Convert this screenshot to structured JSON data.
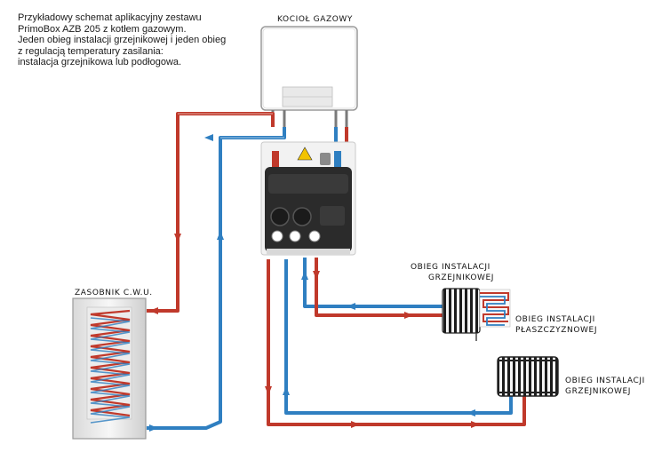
{
  "description": {
    "lines": [
      "Przykładowy schemat aplikacyjny zestawu",
      "PrimoBox AZB 205 z kotłem gazowym.",
      "Jeden obieg instalacji grzejnikowej i jeden obieg",
      "z regulacją temperatury zasilania:",
      "instalacja grzejnikowa lub podłogowa."
    ]
  },
  "labels": {
    "boiler": "KOCIOŁ GAZOWY",
    "tank": "ZASOBNIK C.W.U.",
    "circuit1_line1": "OBIEG INSTALACJI",
    "circuit1_line2": "GRZEJNIKOWEJ",
    "circuit2_line1": "OBIEG INSTALACJI",
    "circuit2_line2": "PŁASZCZYZNOWEJ",
    "circuit3_line1": "OBIEG INSTALACJI",
    "circuit3_line2": "GRZEJNIKOWEJ"
  },
  "colors": {
    "supply": "#c0392b",
    "return": "#2f7fc1",
    "unit_body": "#2b2b2b",
    "panel": "#f2f2f2"
  }
}
